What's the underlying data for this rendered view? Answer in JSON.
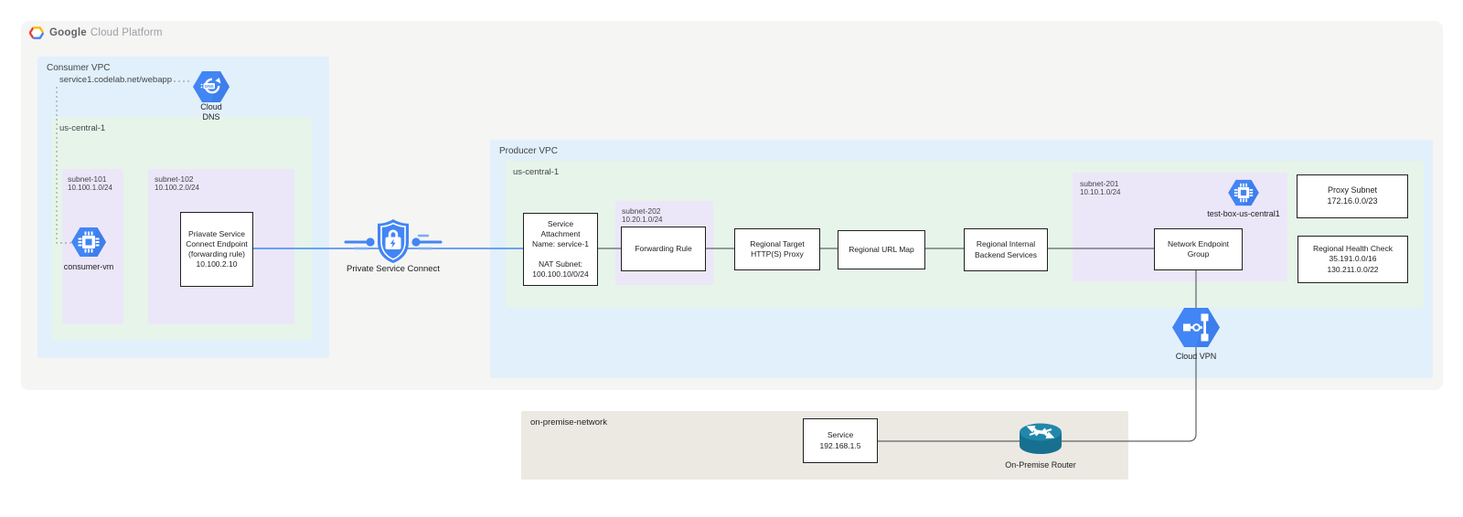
{
  "brand": {
    "google": "Google",
    "platform": "Cloud Platform"
  },
  "consumer": {
    "vpc_label": "Consumer VPC",
    "dns_record": "service1.codelab.net/webapp",
    "cloud_dns_label": "Cloud\nDNS",
    "region_label": "us-central-1",
    "subnet101_name": "subnet-101",
    "subnet101_cidr": "10.100.1.0/24",
    "vm_label": "consumer-vm",
    "subnet102_name": "subnet-102",
    "subnet102_cidr": "10.100.2.0/24",
    "endpoint_text": "Priavate Service\nConnect Endpoint\n(forwarding rule)\n10.100.2.10"
  },
  "psc_label": "Private Service Connect",
  "producer": {
    "vpc_label": "Producer VPC",
    "region_label": "us-central-1",
    "service_attachment": "Service\nAttachment\nName: service-1\n\nNAT Subnet:\n100.100.10/0/24",
    "subnet202_name": "subnet-202",
    "subnet202_cidr": "10.20.1.0/24",
    "forwarding_rule": "Forwarding Rule",
    "target_proxy": "Regional Target\nHTTP(S) Proxy",
    "url_map": "Regional URL Map",
    "backend_services": "Regional Internal\nBackend Services",
    "subnet201_name": "subnet-201",
    "subnet201_cidr": "10.10.1.0/24",
    "testbox_label": "test-box-us-central1",
    "neg": "Network Endpoint\nGroup",
    "proxy_subnet": "Proxy Subnet\n172.16.0.0/23",
    "health_check": "Regional Health Check\n35.191.0.0/16\n130.211.0.0/22",
    "cloud_vpn_label": "Cloud VPN"
  },
  "onprem": {
    "label": "on-premise-network",
    "service": "Service\n192.168.1.5",
    "router_label": "On-Premise Router"
  },
  "colors": {
    "icon_blue": "#4285F4",
    "icon_blue_dark": "#2b6de0",
    "vpc_blue": "#E2F0FB",
    "zone_green": "#E6F4EA",
    "subnet_purple": "#ECE7F8",
    "platform_gray": "#F5F5F4",
    "onprem_tan": "#ECE9E2",
    "wire_gray": "#5F6368",
    "wire_blue": "#4285F4",
    "router_teal": "#17708F"
  }
}
